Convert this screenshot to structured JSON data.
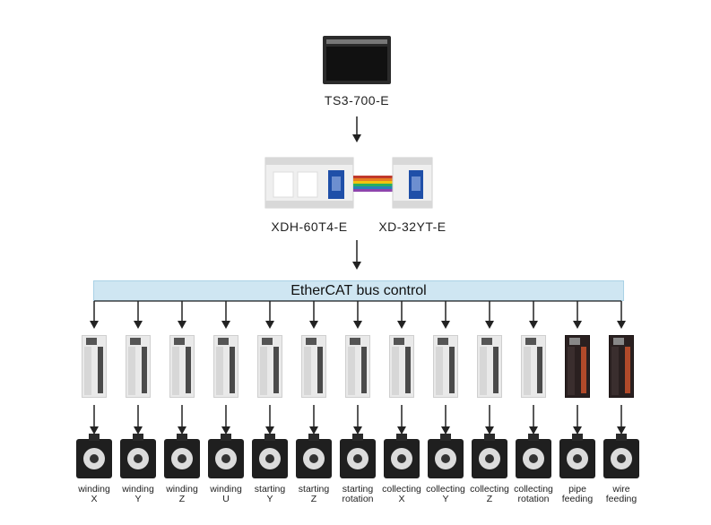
{
  "devices": {
    "hmi_label": "TS3-700-E",
    "plc_label": "XDH-60T4-E",
    "expansion_label": "XD-32YT-E"
  },
  "bus": {
    "label": "EtherCAT bus control"
  },
  "axes": [
    {
      "line1": "winding",
      "line2": "X",
      "drive": "servo"
    },
    {
      "line1": "winding",
      "line2": "Y",
      "drive": "servo"
    },
    {
      "line1": "winding",
      "line2": "Z",
      "drive": "servo"
    },
    {
      "line1": "winding",
      "line2": "U",
      "drive": "servo"
    },
    {
      "line1": "starting",
      "line2": "Y",
      "drive": "servo"
    },
    {
      "line1": "starting",
      "line2": "Z",
      "drive": "servo"
    },
    {
      "line1": "starting",
      "line2": "rotation",
      "drive": "servo"
    },
    {
      "line1": "collecting",
      "line2": "X",
      "drive": "servo"
    },
    {
      "line1": "collecting",
      "line2": "Y",
      "drive": "servo"
    },
    {
      "line1": "collecting",
      "line2": "Z",
      "drive": "servo"
    },
    {
      "line1": "collecting",
      "line2": "rotation",
      "drive": "servo"
    },
    {
      "line1": "pipe",
      "line2": "feeding",
      "drive": "stepper"
    },
    {
      "line1": "wire",
      "line2": "feeding",
      "drive": "stepper"
    }
  ],
  "colors": {
    "bus_fill": "#cfe6f2",
    "plc_blue": "#1f4fa8",
    "cable_rainbow": "#c0392b"
  },
  "icons": [
    "hmi-panel-icon",
    "plc-icon",
    "servo-drive-icon",
    "stepper-drive-icon",
    "servo-motor-icon"
  ]
}
